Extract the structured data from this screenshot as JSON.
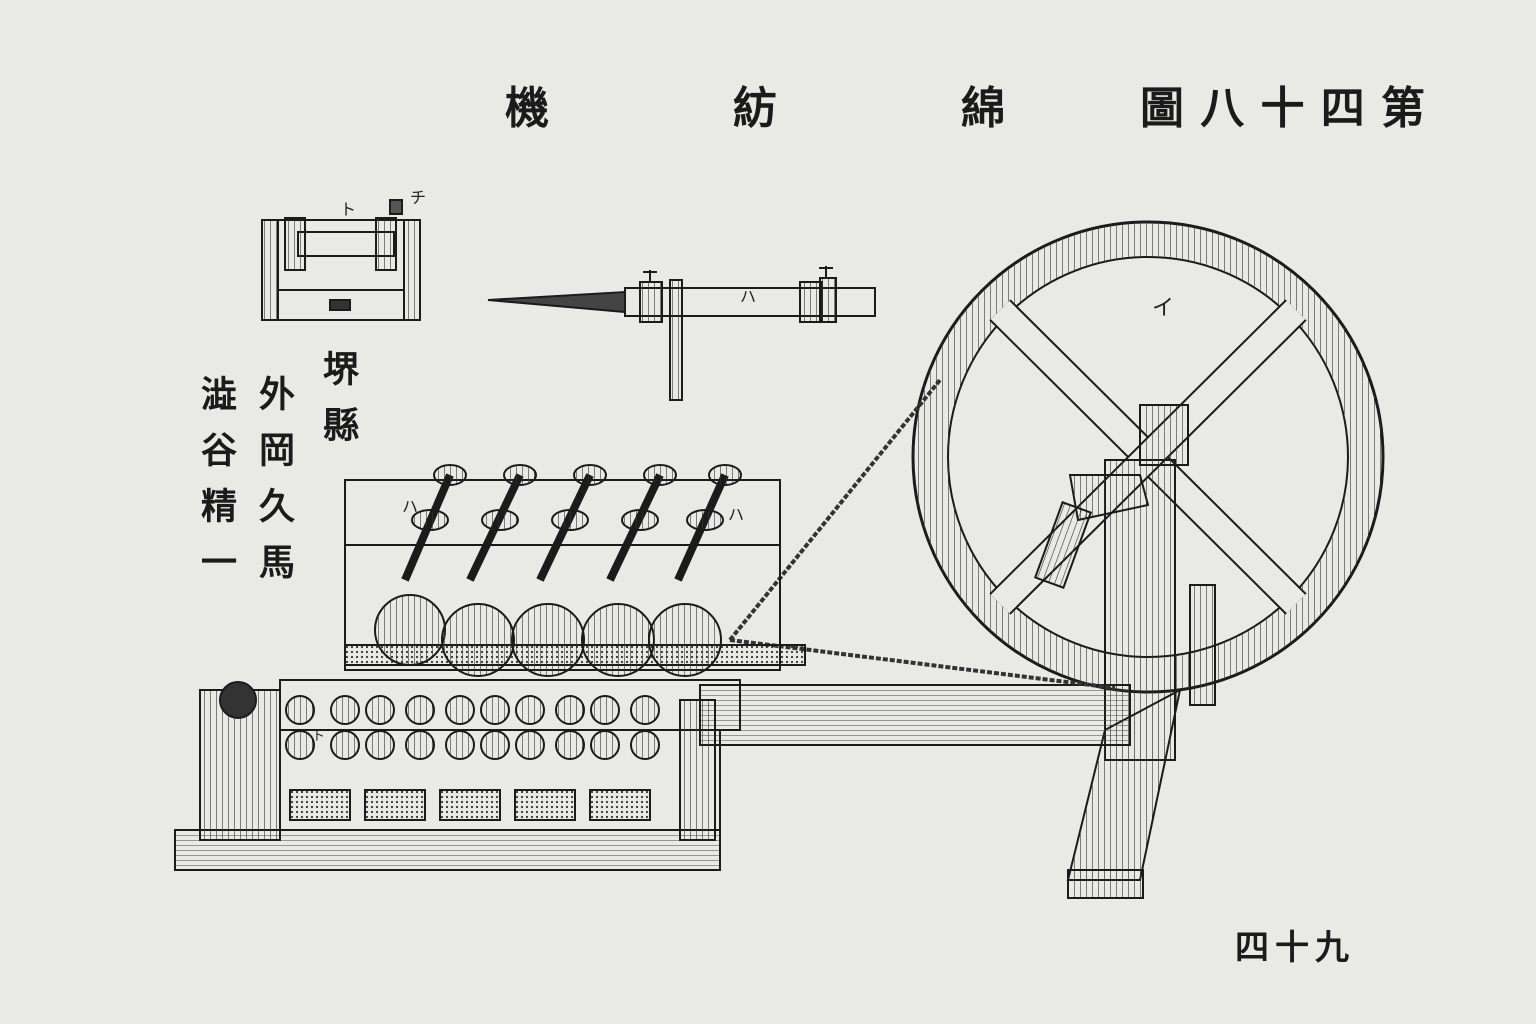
{
  "title_right": [
    "第",
    "四",
    "十",
    "八",
    "圖"
  ],
  "title_left": [
    "綿",
    "紡",
    "機"
  ],
  "author": {
    "col1": "堺縣",
    "col2": "外岡久馬",
    "col3": "澁谷精一"
  },
  "page_number": "四十九",
  "labels": {
    "wheel": "イ",
    "spindle_detail": "ハ",
    "bobbin_to": "ト",
    "bobbin_chi": "チ",
    "frame_left": "ハ",
    "frame_right": "ハ",
    "reel": "ト"
  }
}
